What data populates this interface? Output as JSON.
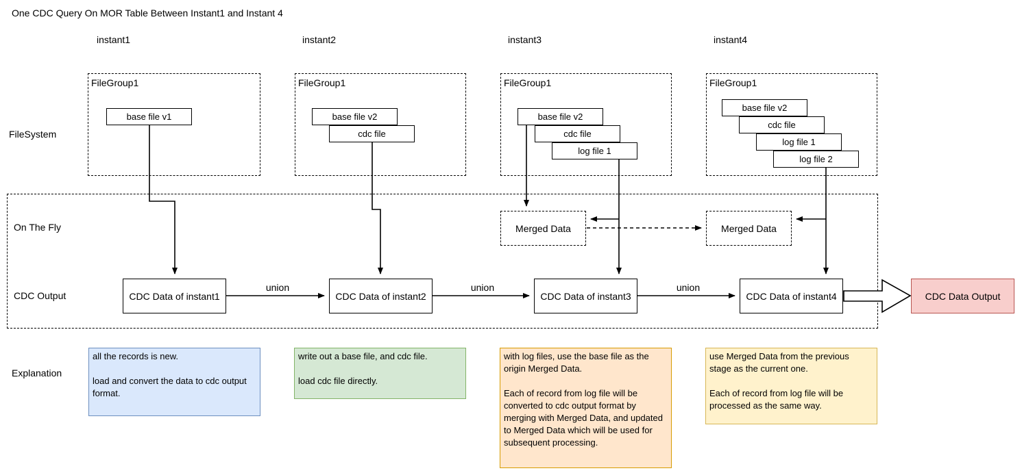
{
  "title": "One CDC Query On MOR Table Between Instant1 and Instant 4",
  "columns": [
    {
      "label": "instant1"
    },
    {
      "label": "instant2"
    },
    {
      "label": "instant3"
    },
    {
      "label": "instant4"
    }
  ],
  "row_labels": {
    "filesystem": "FileSystem",
    "on_the_fly": "On The Fly",
    "cdc_output": "CDC Output",
    "explanation": "Explanation"
  },
  "filegroups": [
    {
      "label": "FileGroup1",
      "files": [
        "base file v1"
      ]
    },
    {
      "label": "FileGroup1",
      "files": [
        "base file v2",
        "cdc file"
      ]
    },
    {
      "label": "FileGroup1",
      "files": [
        "base file v2",
        "cdc file",
        "log file 1"
      ]
    },
    {
      "label": "FileGroup1",
      "files": [
        "base file v2",
        "cdc file",
        "log file 1",
        "log file 2"
      ]
    }
  ],
  "merged_data": [
    {
      "label": "Merged Data"
    },
    {
      "label": "Merged Data"
    }
  ],
  "cdc_boxes": [
    {
      "label": "CDC Data of instant1"
    },
    {
      "label": "CDC Data of instant2"
    },
    {
      "label": "CDC Data of instant3"
    },
    {
      "label": "CDC Data of instant4"
    }
  ],
  "union_label": "union",
  "output_box": {
    "label": "CDC Data Output",
    "fill": "#f8cecc",
    "border": "#b85450"
  },
  "explanations": [
    {
      "text": "all the records is new.\n\nload and convert the data to cdc output format.",
      "fill": "#dae8fc",
      "border": "#6c8ebf"
    },
    {
      "text": "write out a base file, and cdc file.\n\nload cdc file directly.",
      "fill": "#d5e8d4",
      "border": "#82b366"
    },
    {
      "text": "with log files, use the base file as the origin Merged Data.\n\nEach of record from log file will be converted to cdc output format by merging with Merged Data, and updated to Merged Data which will be used for subsequent processing.",
      "fill": "#ffe6cc",
      "border": "#d79b00"
    },
    {
      "text": "use Merged Data from the previous stage as the current one.\n\nEach of record from log file will be processed as the same way.",
      "fill": "#fff2cc",
      "border": "#d6b656"
    }
  ],
  "line_color": "#000000"
}
